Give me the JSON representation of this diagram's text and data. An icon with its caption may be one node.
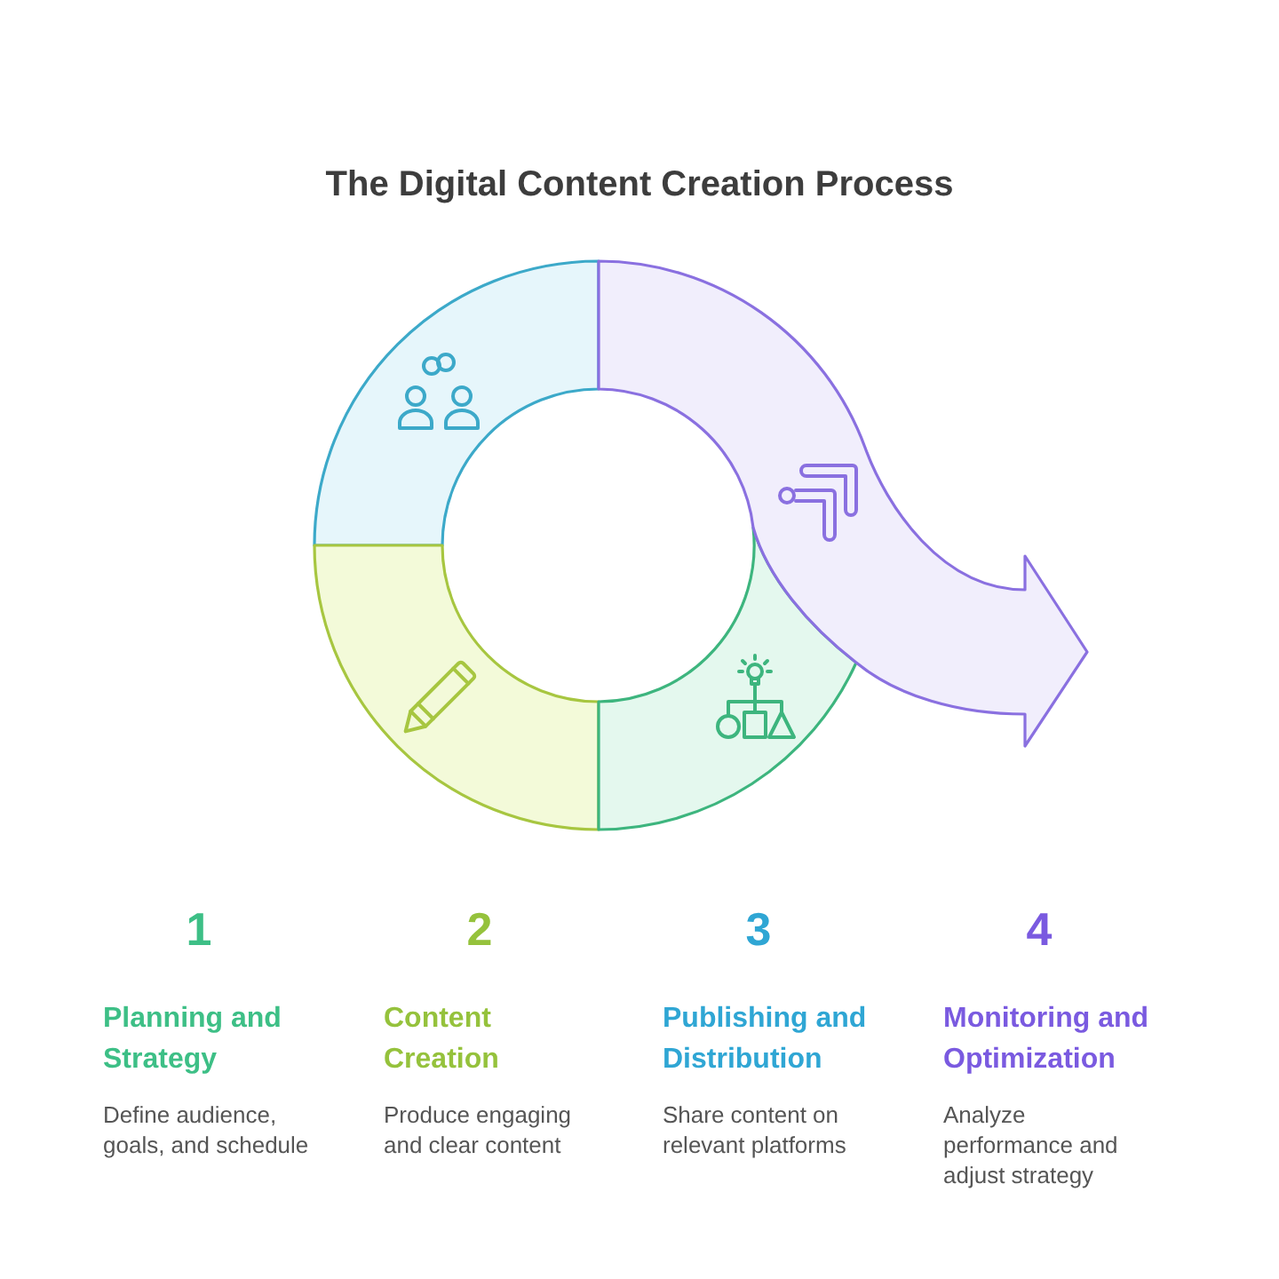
{
  "diagram": {
    "title": "The Digital Content Creation Process",
    "labels": [
      "1",
      "Planning and Strategy",
      "Define audience, goals, and schedule",
      "2",
      "Content Creation",
      "Produce engaging and clear content",
      "3",
      "Publishing and Distribution",
      "Share content on relevant platforms",
      "4",
      "Monitoring and Optimization",
      "Analyze performance and adjust strategy"
    ]
  }
}
